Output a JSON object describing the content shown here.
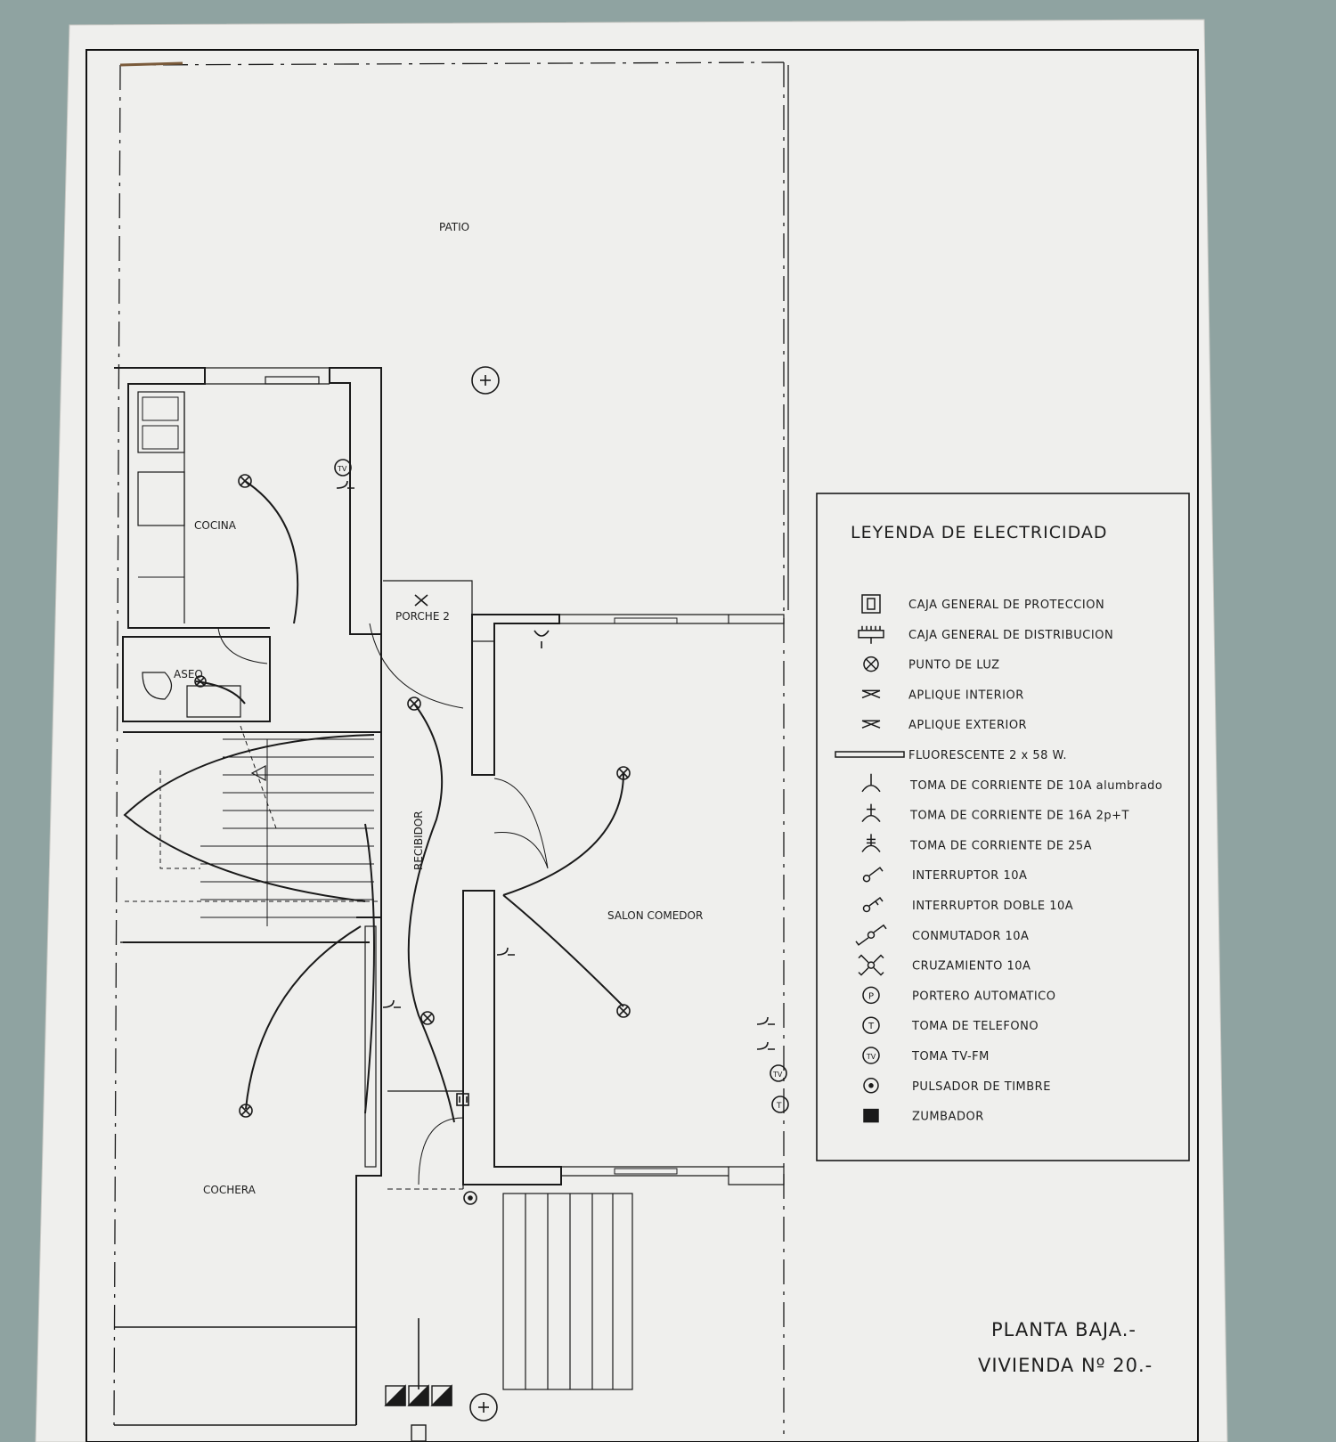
{
  "plan": {
    "rooms": {
      "patio": "PATIO",
      "cocina": "COCINA",
      "porche": "PORCHE 2",
      "aseo": "ASEO",
      "recibidor": "RECIBIDOR",
      "salon": "SALON COMEDOR",
      "cochera": "COCHERA"
    },
    "symbol_tags": {
      "tv": "TV",
      "t": "T"
    }
  },
  "legend": {
    "title": "LEYENDA DE ELECTRICIDAD",
    "items": [
      {
        "icon": "protection-box-icon",
        "label": "CAJA GENERAL DE PROTECCION"
      },
      {
        "icon": "distribution-box-icon",
        "label": "CAJA GENERAL DE DISTRIBUCION"
      },
      {
        "icon": "light-point-icon",
        "label": "PUNTO DE LUZ"
      },
      {
        "icon": "interior-sconce-icon",
        "label": "APLIQUE INTERIOR"
      },
      {
        "icon": "exterior-sconce-icon",
        "label": "APLIQUE EXTERIOR"
      },
      {
        "icon": "fluorescent-icon",
        "label": "FLUORESCENTE 2 x 58 W."
      },
      {
        "icon": "socket-10a-icon",
        "label": "TOMA DE CORRIENTE DE 10A alumbrado"
      },
      {
        "icon": "socket-16a-icon",
        "label": "TOMA DE CORRIENTE DE 16A 2p+T"
      },
      {
        "icon": "socket-25a-icon",
        "label": "TOMA DE CORRIENTE DE 25A"
      },
      {
        "icon": "switch-icon",
        "label": "INTERRUPTOR 10A"
      },
      {
        "icon": "double-switch-icon",
        "label": "INTERRUPTOR DOBLE 10A"
      },
      {
        "icon": "commutator-icon",
        "label": "CONMUTADOR 10A"
      },
      {
        "icon": "crossover-icon",
        "label": "CRUZAMIENTO 10A"
      },
      {
        "icon": "intercom-icon",
        "label": "PORTERO AUTOMATICO",
        "glyph": "P"
      },
      {
        "icon": "phone-socket-icon",
        "label": "TOMA DE TELEFONO",
        "glyph": "T"
      },
      {
        "icon": "tv-socket-icon",
        "label": "TOMA TV-FM",
        "glyph": "TV"
      },
      {
        "icon": "doorbell-icon",
        "label": "PULSADOR DE TIMBRE"
      },
      {
        "icon": "buzzer-icon",
        "label": "ZUMBADOR"
      }
    ]
  },
  "title_block": {
    "line1": "PLANTA BAJA.-",
    "line2": "VIVIENDA Nº 20.-"
  }
}
